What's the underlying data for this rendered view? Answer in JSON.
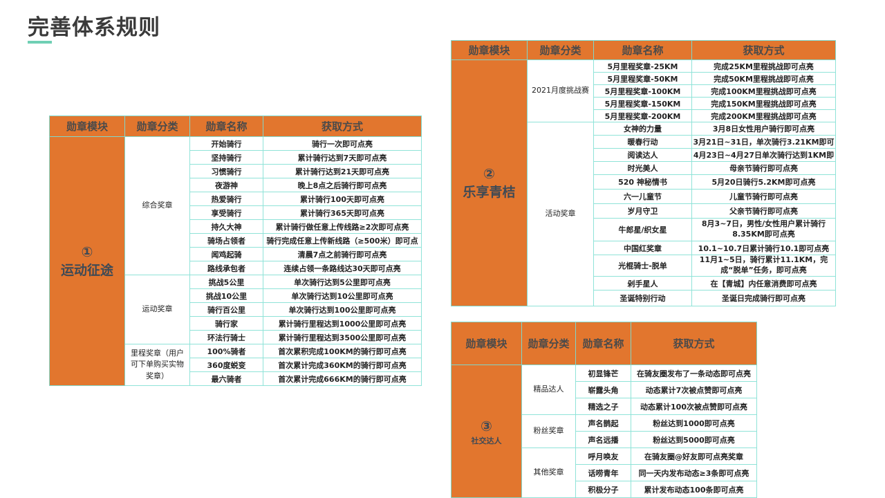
{
  "page": {
    "title": "完善体系规则",
    "accent_color": "#6fcfb4",
    "header_color": "#e2762e",
    "border_color": "#8fe3d8"
  },
  "headers": [
    "勋章模块",
    "勋章分类",
    "勋章名称",
    "获取方式"
  ],
  "tables": [
    {
      "module_num": "①",
      "module_name": "运动征途",
      "groups": [
        {
          "category": "综合奖章",
          "rows": [
            {
              "name": "开始骑行",
              "method": "骑行一次即可点亮"
            },
            {
              "name": "坚持骑行",
              "method": "累计骑行达到7天即可点亮"
            },
            {
              "name": "习惯骑行",
              "method": "累计骑行达到21天即可点亮"
            },
            {
              "name": "夜游神",
              "method": "晚上8点之后骑行即可点亮"
            },
            {
              "name": "热爱骑行",
              "method": "累计骑行100天即可点亮"
            },
            {
              "name": "享受骑行",
              "method": "累计骑行365天即可点亮"
            },
            {
              "name": "持久大神",
              "method": "累计骑行做任意上传线路≥2次即可点亮"
            },
            {
              "name": "骑场占领者",
              "method": "骑行完成任意上传新线路（≥500米）即可点"
            },
            {
              "name": "闻鸡起骑",
              "method": "清晨7点之前骑行即可点亮"
            },
            {
              "name": "路线承包者",
              "method": "连续占领一条路线达30天即可点亮"
            }
          ]
        },
        {
          "category": "运动奖章",
          "rows": [
            {
              "name": "挑战5公里",
              "method": "单次骑行达到5公里即可点亮"
            },
            {
              "name": "挑战10公里",
              "method": "单次骑行达到10公里即可点亮"
            },
            {
              "name": "骑行百公里",
              "method": "单次骑行达到100公里即可点亮"
            },
            {
              "name": "骑行家",
              "method": "累计骑行里程达到1000公里即可点亮"
            },
            {
              "name": "环法行骑士",
              "method": "累计骑行里程达到3500公里即可点亮"
            }
          ]
        },
        {
          "category": "里程奖章（用户可下单购买实物奖章）",
          "rows": [
            {
              "name": "100%骑者",
              "method": "首次累积完成100KM的骑行即可点亮"
            },
            {
              "name": "360度蜕变",
              "method": "首次累计完成360KM的骑行即可点亮"
            },
            {
              "name": "最六骑者",
              "method": "首次累计完成666KM的骑行即可点亮"
            }
          ]
        }
      ]
    },
    {
      "module_num": "②",
      "module_name": "乐享青桔",
      "groups": [
        {
          "category": "2021月度挑战赛",
          "rows": [
            {
              "name": "5月里程奖章-25KM",
              "method": "完成25KM里程挑战即可点亮"
            },
            {
              "name": "5月里程奖章-50KM",
              "method": "完成50KM里程挑战即可点亮"
            },
            {
              "name": "5月里程奖章-100KM",
              "method": "完成100KM里程挑战即可点亮"
            },
            {
              "name": "5月里程奖章-150KM",
              "method": "完成150KM里程挑战即可点亮"
            },
            {
              "name": "5月里程奖章-200KM",
              "method": "完成200KM里程挑战即可点亮"
            }
          ]
        },
        {
          "category": "活动奖章",
          "rows": [
            {
              "name": "女神的力量",
              "method": "3月8日女性用户骑行即可点亮"
            },
            {
              "name": "暖春行动",
              "method": "3月21日~31日，单次骑行3.21KM即可"
            },
            {
              "name": "阅读达人",
              "method": "4月23日~4月27日单次骑行达到1KM即"
            },
            {
              "name": "时光美人",
              "method": "母亲节骑行即可点亮"
            },
            {
              "name": "520 神秘情书",
              "method": "5月20日骑行5.2KM即可点亮"
            },
            {
              "name": "六一儿童节",
              "method": "儿童节骑行即可点亮"
            },
            {
              "name": "岁月守卫",
              "method": "父亲节骑行即可点亮"
            },
            {
              "name": "牛郎星/织女星",
              "method": "8月3~7日，男性/女性用户累计骑行8.35KM即可点亮"
            },
            {
              "name": "中国红奖章",
              "method": "10.1~10.7日累计骑行10.1即可点亮"
            },
            {
              "name": "光棍骑士-脱单",
              "method": "11月1~5日，骑行累计11.1KM，完成“脱单”任务，即可点亮"
            },
            {
              "name": "剁手星人",
              "method": "在【青城】内任意消费即可点亮"
            },
            {
              "name": "圣诞特别行动",
              "method": "圣诞日完成骑行即可点亮"
            }
          ]
        }
      ]
    },
    {
      "module_num": "③",
      "module_name": "社交达人",
      "groups": [
        {
          "category": "精品达人",
          "rows": [
            {
              "name": "初显锋芒",
              "method": "在骑友圈发布了一条动态即可点亮"
            },
            {
              "name": "崭露头角",
              "method": "动态累计7次被点赞即可点亮"
            },
            {
              "name": "精选之子",
              "method": "动态累计100次被点赞即可点亮"
            }
          ]
        },
        {
          "category": "粉丝奖章",
          "rows": [
            {
              "name": "声名鹊起",
              "method": "粉丝达到1000即可点亮"
            },
            {
              "name": "声名远播",
              "method": "粉丝达到5000即可点亮"
            }
          ]
        },
        {
          "category": "其他奖章",
          "rows": [
            {
              "name": "呼月唤友",
              "method": "在骑友圈@好友即可点亮奖章"
            },
            {
              "name": "话唠青年",
              "method": "同一天内发布动态≥3条即可点亮"
            },
            {
              "name": "积极分子",
              "method": "累计发布动态100条即可点亮"
            }
          ]
        }
      ]
    }
  ]
}
